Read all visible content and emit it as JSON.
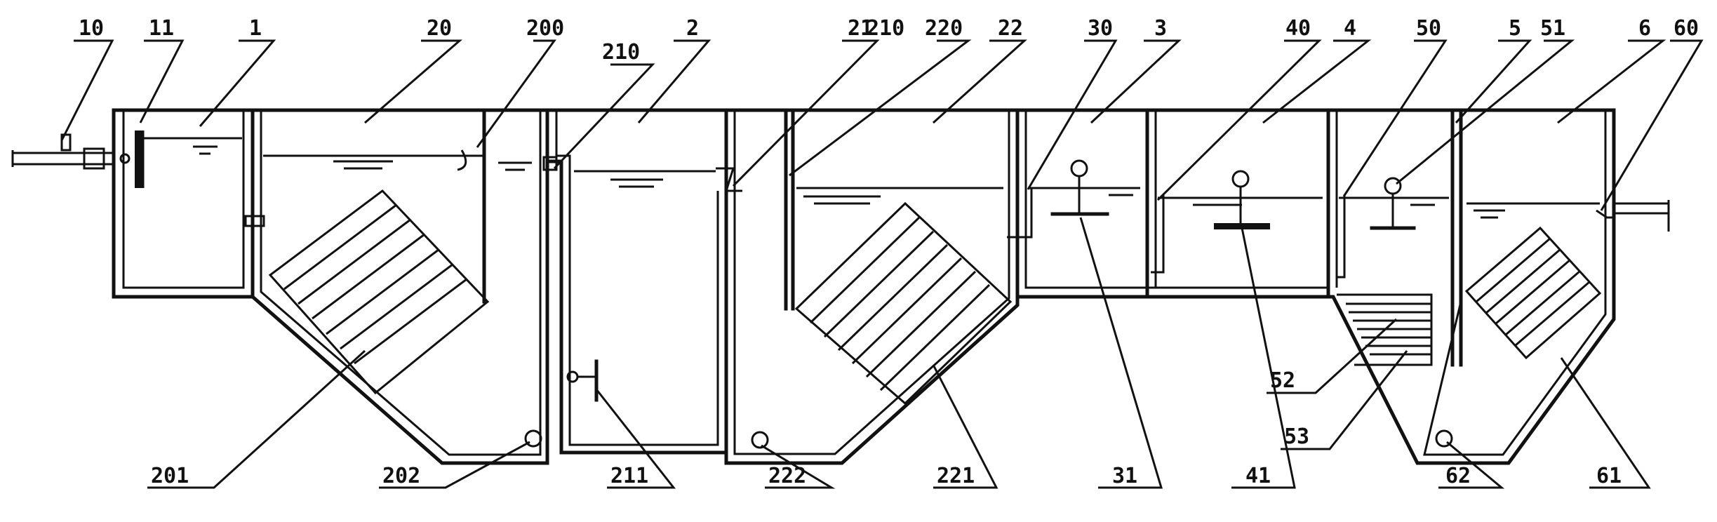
{
  "labels": {
    "l10": "10",
    "l11": "11",
    "l1": "1",
    "l20": "20",
    "l200": "200",
    "l210": "210",
    "l2": "2",
    "l21": "21",
    "l220a": "210",
    "l220": "220",
    "l22": "22",
    "l30": "30",
    "l3": "3",
    "l40": "40",
    "l4": "4",
    "l50": "50",
    "l5": "5",
    "l51": "51",
    "l6": "6",
    "l60": "60",
    "l201": "201",
    "l202": "202",
    "l211": "211",
    "l222": "222",
    "l221": "221",
    "l31": "31",
    "l41": "41",
    "l52": "52",
    "l53": "53",
    "l62": "62",
    "l61": "61"
  }
}
